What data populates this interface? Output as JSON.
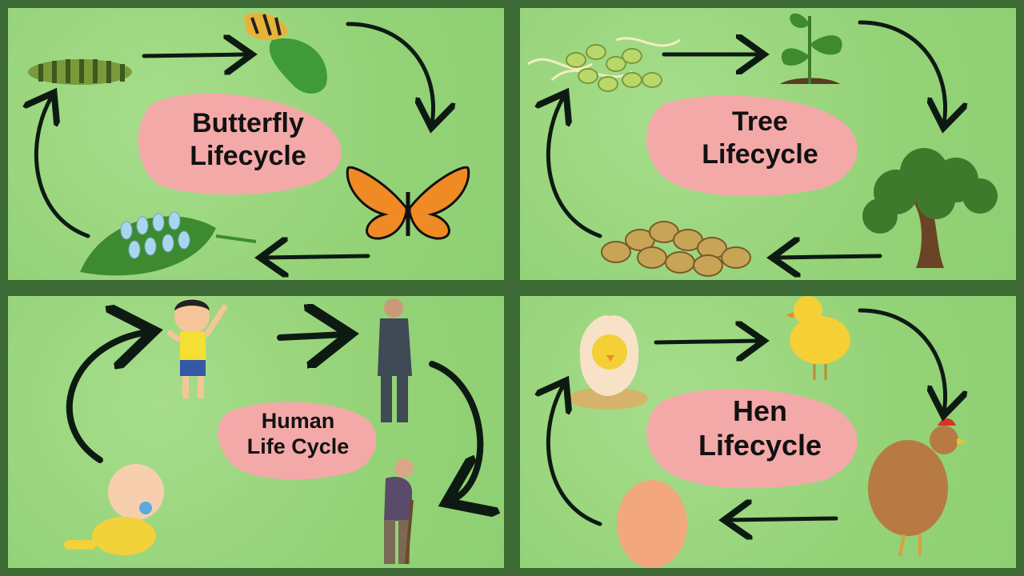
{
  "panels": {
    "butterfly": {
      "title_line1": "Butterfly",
      "title_line2": "Lifecycle"
    },
    "tree": {
      "title_line1": "Tree",
      "title_line2": "Lifecycle"
    },
    "human": {
      "title_line1": "Human",
      "title_line2": "Life Cycle"
    },
    "hen": {
      "title_line1": "Hen",
      "title_line2": "Lifecycle"
    }
  },
  "colors": {
    "background": "#3d6b35",
    "panel": "#9bd77f",
    "blob": "#f4a9a9",
    "arrow": "#0d1a12"
  }
}
